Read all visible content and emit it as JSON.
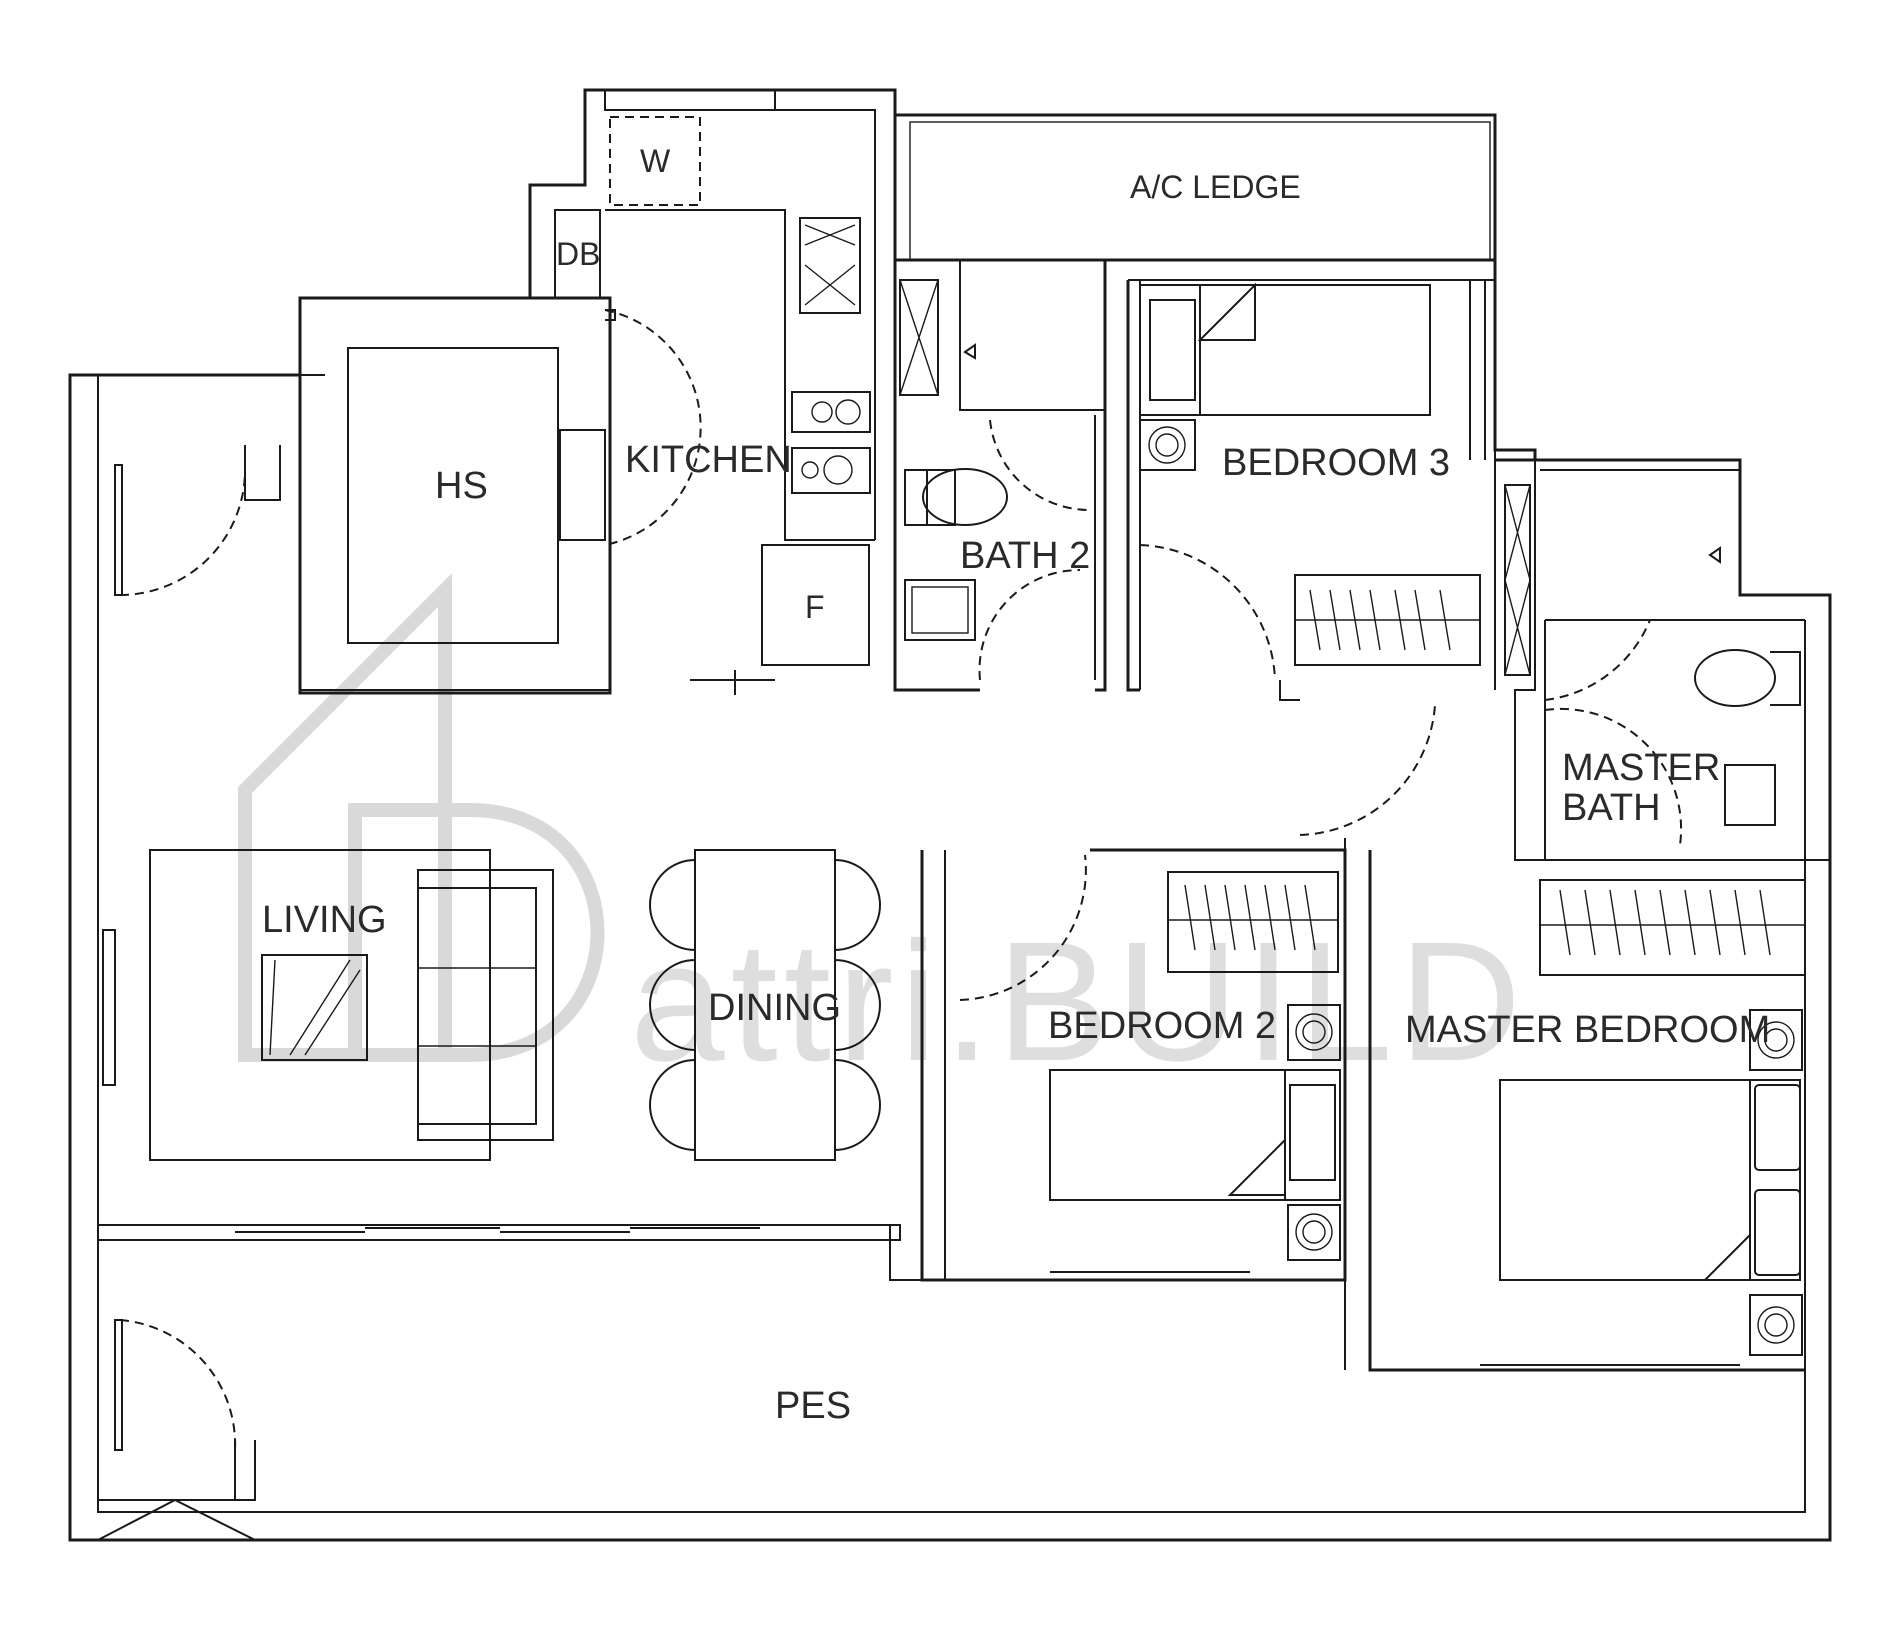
{
  "labels": {
    "ac_ledge": "A/C LEDGE",
    "w": "W",
    "db": "DB",
    "hs": "HS",
    "kitchen": "KITCHEN",
    "f": "F",
    "bath2": "BATH 2",
    "bedroom3": "BEDROOM 3",
    "master_bath_line1": "MASTER",
    "master_bath_line2": "BATH",
    "living": "LIVING",
    "dining": "DINING",
    "bedroom2": "BEDROOM 2",
    "master_bedroom": "MASTER BEDROOM",
    "pes": "PES"
  },
  "watermark": {
    "text": "attri.BUILD"
  },
  "colors": {
    "line": "#1a1a1a",
    "watermark": "#d9d9d9",
    "background": "#ffffff"
  }
}
